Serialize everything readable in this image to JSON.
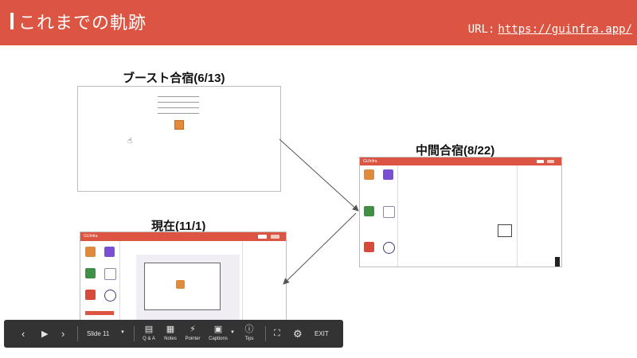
{
  "header": {
    "title": "これまでの軌跡",
    "url_label": "URL:",
    "url": "https://guinfra.app/"
  },
  "captions": {
    "boost": "ブースト合宿(6/13)",
    "midterm": "中間合宿(8/22)",
    "current": "現在(11/1)"
  },
  "app": {
    "brand": "GUInfra"
  },
  "toolbar": {
    "slide_label": "Slide 11",
    "qa_label": "Q & A",
    "notes_label": "Notes",
    "pointer_label": "Pointer",
    "captions_label": "Captions",
    "tips_label": "Tips",
    "exit_label": "EXIT"
  },
  "colors": {
    "header_bg": "#dc5442",
    "toolbar_bg": "#333333",
    "arrow": "#555555"
  },
  "icons": [
    "prev-icon",
    "play-icon",
    "next-icon",
    "dropdown-icon",
    "qa-icon",
    "notes-icon",
    "pointer-icon",
    "captions-icon",
    "tips-icon",
    "fullscreen-icon",
    "settings-icon"
  ]
}
